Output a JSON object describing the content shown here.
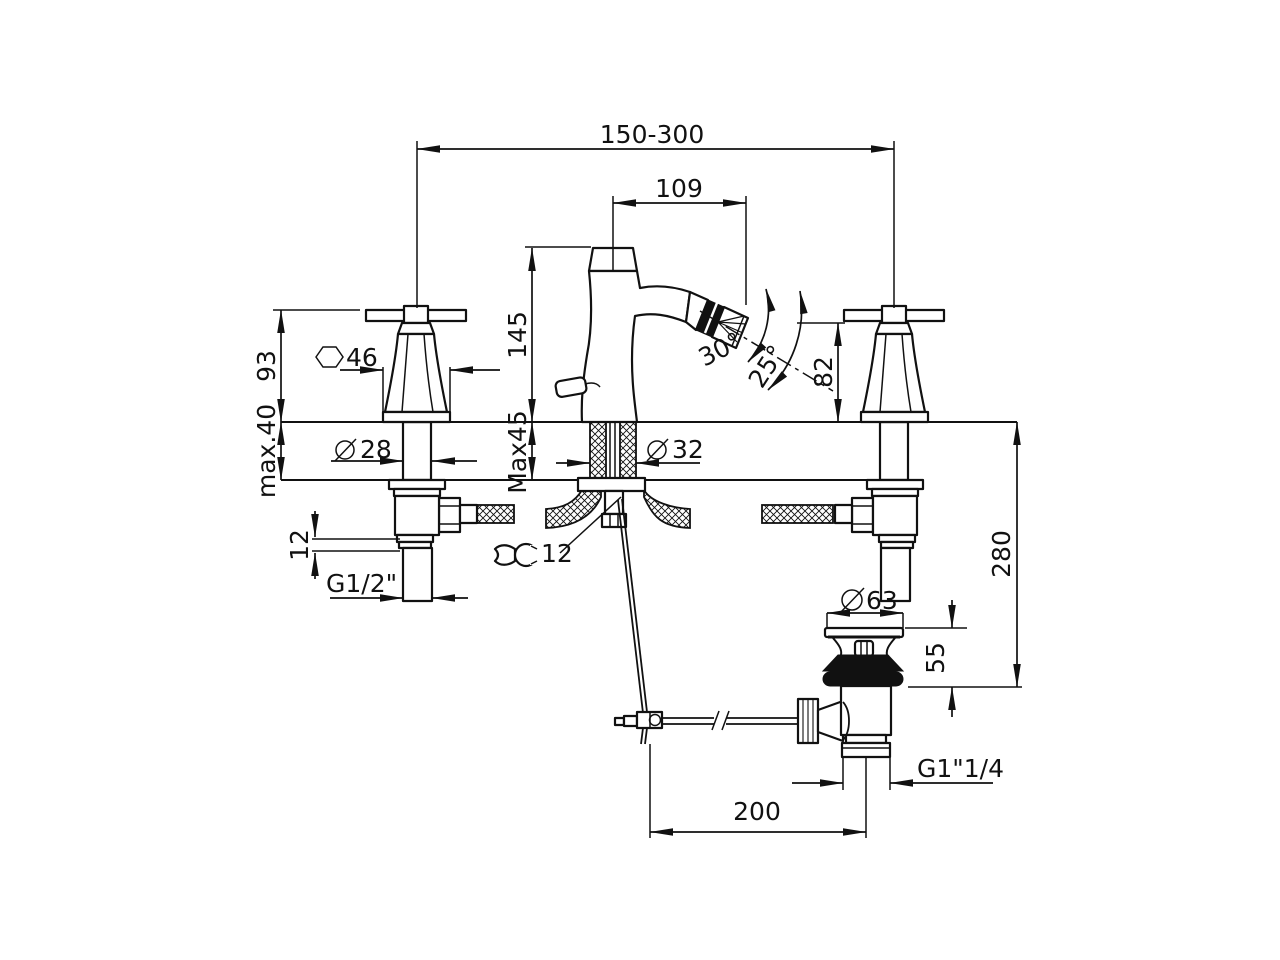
{
  "dims": {
    "spread": "150-300",
    "reach": "109",
    "height": "145",
    "deck_max_center": "Max45",
    "handle_height": "93",
    "deck_max_side": "max.40",
    "handle_width": "46",
    "stem_dia": "28",
    "body_dia": "32",
    "spray_angle": "30°",
    "axis_angle": "25°",
    "spout_drop": "82",
    "nut_offset": "12",
    "wrench_size": "12",
    "side_thread": "G1/2\"",
    "drain_dia": "63",
    "drain_height": "55",
    "depth": "280",
    "drain_thread": "G1\"1/4",
    "rod_length": "200"
  },
  "colors": {
    "ink": "#111111",
    "paper": "#ffffff"
  }
}
